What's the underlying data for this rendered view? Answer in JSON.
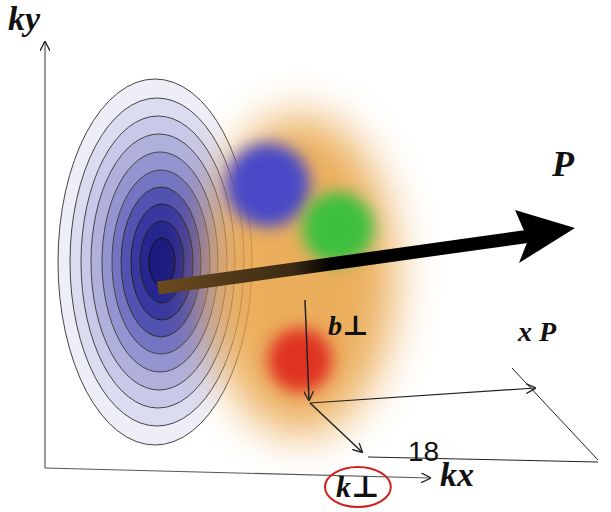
{
  "diagram": {
    "nodes": [
      {
        "text": [
          "k⊥"
        ]
      }
    ],
    "labels": [
      "ky",
      "P",
      "b⊥",
      "x P",
      "kx",
      "18"
    ]
  }
}
